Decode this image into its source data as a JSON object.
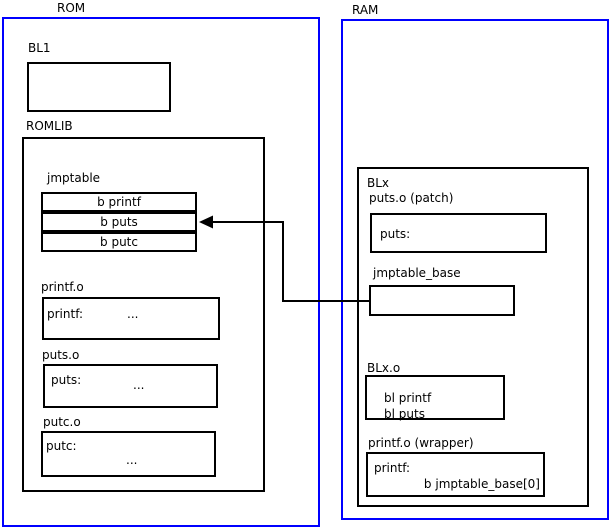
{
  "colors": {
    "region_border": "#0000ff",
    "box_border": "#000000",
    "background": "#ffffff",
    "text": "#000000"
  },
  "rom": {
    "title": "ROM",
    "bl1_label": "BL1",
    "romlib_label": "ROMLIB",
    "jmptable": {
      "label": "jmptable",
      "entries": [
        "b printf",
        "b puts",
        "b putc"
      ]
    },
    "printf_o": {
      "label": "printf.o",
      "symbol": "printf:",
      "ellipsis": "..."
    },
    "puts_o": {
      "label": "puts.o",
      "symbol": "puts:",
      "ellipsis": "..."
    },
    "putc_o": {
      "label": "putc.o",
      "symbol": "putc:",
      "ellipsis": "..."
    }
  },
  "ram": {
    "title": "RAM",
    "blx_label": "BLx",
    "puts_patch": {
      "label": "puts.o (patch)",
      "symbol": "puts:"
    },
    "jmptable_base_label": "jmptable_base",
    "blx_o": {
      "label": "BLx.o",
      "line1": "bl printf",
      "line2": "bl puts"
    },
    "printf_wrapper": {
      "label": "printf.o (wrapper)",
      "symbol": "printf:",
      "instruction": "b jmptable_base[0]"
    }
  }
}
